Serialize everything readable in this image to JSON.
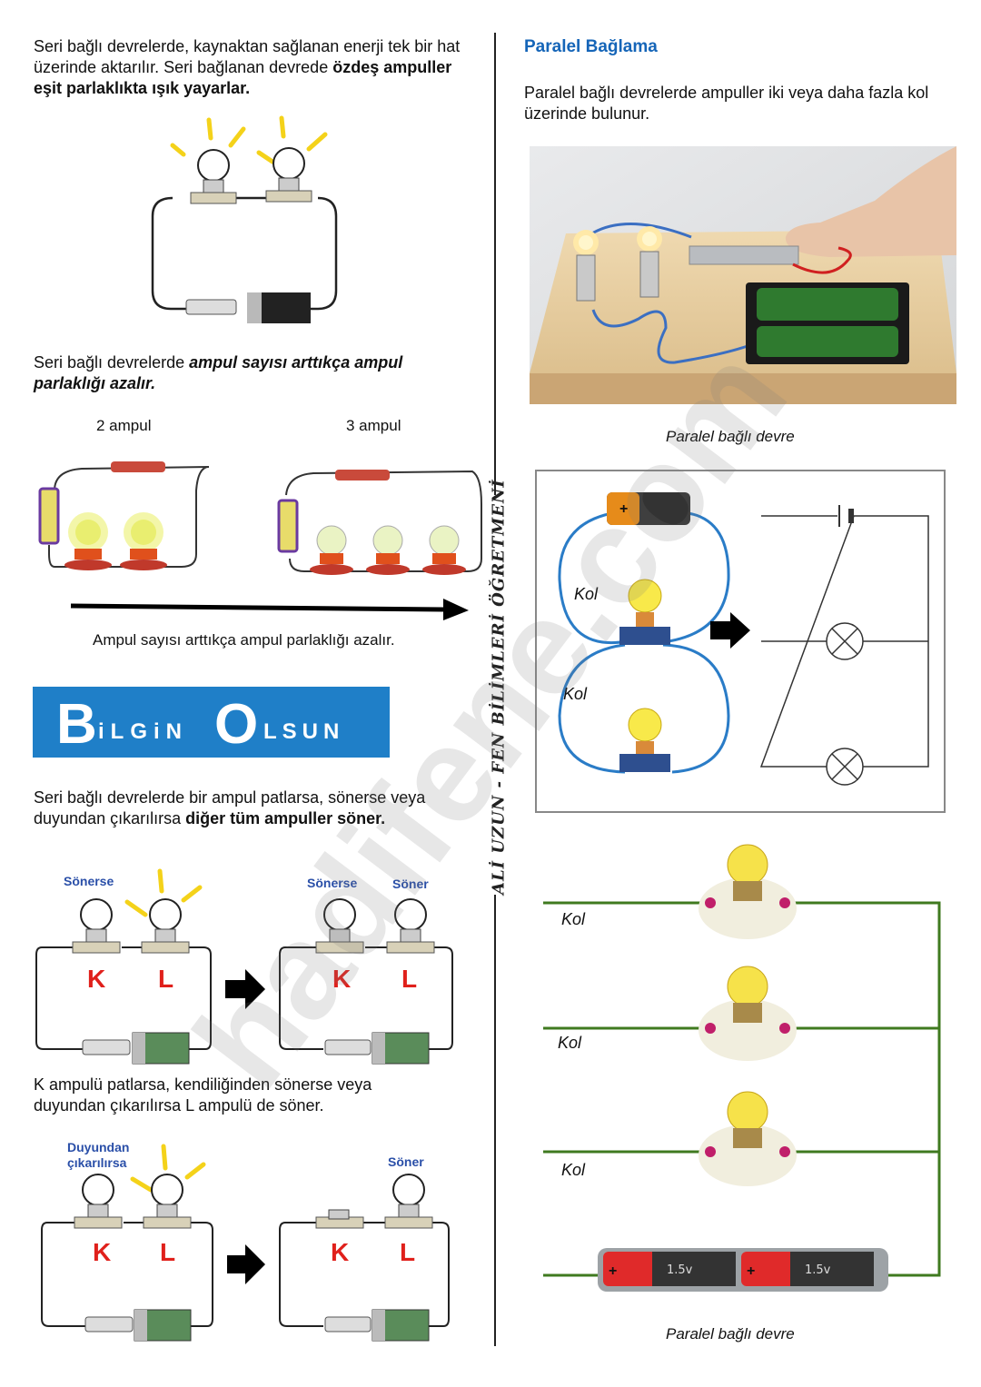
{
  "left": {
    "p1": {
      "pre": "Seri bağlı devrelerde, kaynaktan sağlanan enerji tek bir hat üzerinde aktarılır. Seri bağlanan devrede ",
      "bold": "özdeş ampuller eşit parlaklıkta ışık yayarlar."
    },
    "p2": {
      "pre": "Seri bağlı devrelerde ",
      "bold_italic": "ampul sayısı arttıkça ampul parlaklığı azalır."
    },
    "label_2": "2 ampul",
    "label_3": "3 ampul",
    "arrow_caption": "Ampul sayısı arttıkça ampul parlaklığı azalır.",
    "banner": {
      "b": "B",
      "ilgin": "iLGiN",
      "o": "O",
      "lsun": "LSUN"
    },
    "p3": {
      "pre": "Seri bağlı devrelerde bir ampul patlarsa, sönerse veya duyundan çıkarılırsa ",
      "bold": "diğer tüm ampuller söner."
    },
    "fig1": {
      "label_a": "Sönerse",
      "label_b": "Sönerse",
      "label_c": "Söner",
      "k": "K",
      "l": "L"
    },
    "p4": "K ampulü patlarsa, kendiliğinden sönerse veya duyundan çıkarılırsa L ampulü de söner.",
    "fig2": {
      "label_a1": "Duyundan",
      "label_a2": "çıkarılırsa",
      "label_c": "Söner",
      "k": "K",
      "l": "L"
    }
  },
  "vertical_signature": "ALİ UZUN - FEN BİLİMLERİ ÖĞRETMENİ",
  "watermark": "hadifene.com",
  "right": {
    "heading": "Paralel Bağlama",
    "p1": "Paralel bağlı devrelerde ampuller iki veya daha fazla kol üzerinde bulunur.",
    "photo_caption": "Paralel bağlı devre",
    "kol": "Kol",
    "battery_label": "1.5v",
    "plus": "+",
    "bottom_caption": "Paralel bağlı devre"
  },
  "colors": {
    "heading_blue": "#1565b8",
    "banner_blue": "#1f7fc8",
    "red_label": "#e0201b",
    "wire_blue": "#2a7cc7",
    "wire_green": "#3f7a1f"
  }
}
